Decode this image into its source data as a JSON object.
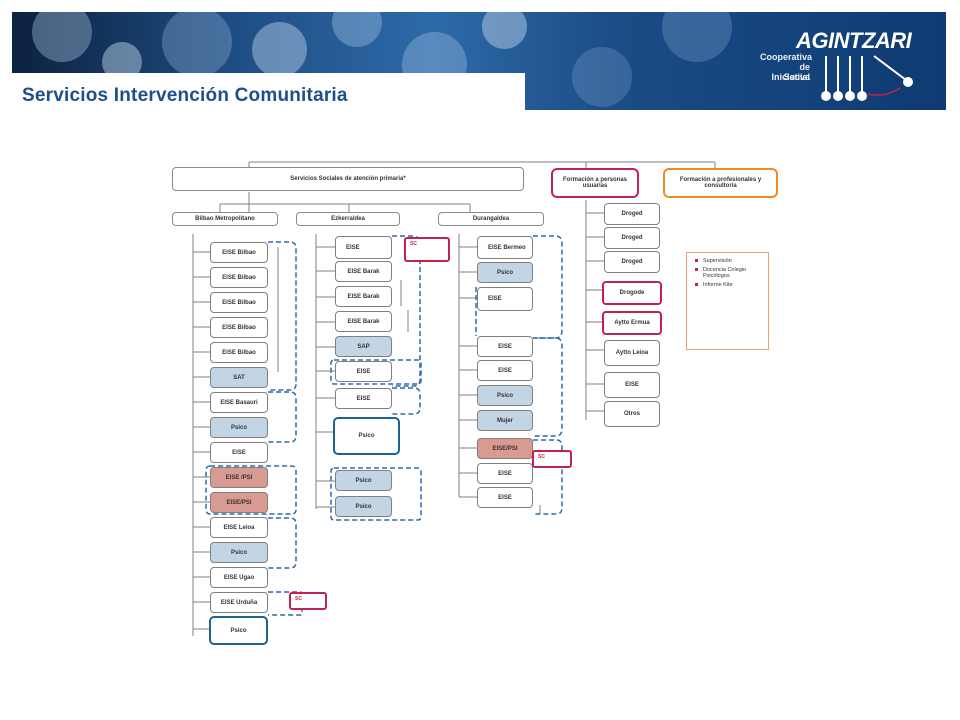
{
  "header": {
    "title": "Servicios Intervención Comunitaria",
    "logo": {
      "name": "AGINTZARI",
      "sub": [
        "Cooperativa",
        "de Iniciativa",
        "Social"
      ]
    }
  },
  "top": {
    "main": "Servicios Sociales de atención primaria*",
    "formacion_usuarias": "Formación a personas usuarias",
    "formacion_profesionales": "Formación a profesionales y consultoría"
  },
  "columns": {
    "bilbao": {
      "header": "Bilbao Metropolitano",
      "items": [
        "EISE Bilbao",
        "EISE Bilbao",
        "EISE Bilbao",
        "EISE Bilbao",
        "EISE Bilbao",
        "SAT",
        "EISE Basauri",
        "Psico",
        "EISE",
        "EISE /PSI",
        "EISE/PSI",
        "EISE Leioa",
        "Psico",
        "EISE Ugao",
        "EISE Urduña",
        "Psico"
      ]
    },
    "ezkerraldea": {
      "header": "Ezkerraldea",
      "items": [
        "EISE",
        "EISE Barak",
        "EISE Barak",
        "EISE Barak",
        "SAP",
        "EISE",
        "EISE",
        "Psico",
        "Psico",
        "Psico"
      ]
    },
    "durangaldea": {
      "header": "Durangaldea",
      "items": [
        "EISE Bermeo",
        "Psico",
        "EISE",
        "EISE",
        "EISE",
        "Psico",
        "Mujer",
        "EISE/PSI",
        "EISE",
        "EISE"
      ]
    },
    "formacion": {
      "items": [
        "Droged",
        "Droged",
        "Droged",
        "Drogode",
        "Aytto Ermua",
        "Aytto Leioa",
        "EISE",
        "Otros"
      ]
    }
  },
  "sc_label": "SC",
  "legend": {
    "items": [
      "Supervisión",
      "Docencia Colegio Psicólogos",
      "Informe Kite"
    ]
  },
  "colors": {
    "accent": "#c0244c",
    "orange": "#f08a24",
    "blue_border": "#1e6292",
    "title": "#1f4e8c"
  }
}
